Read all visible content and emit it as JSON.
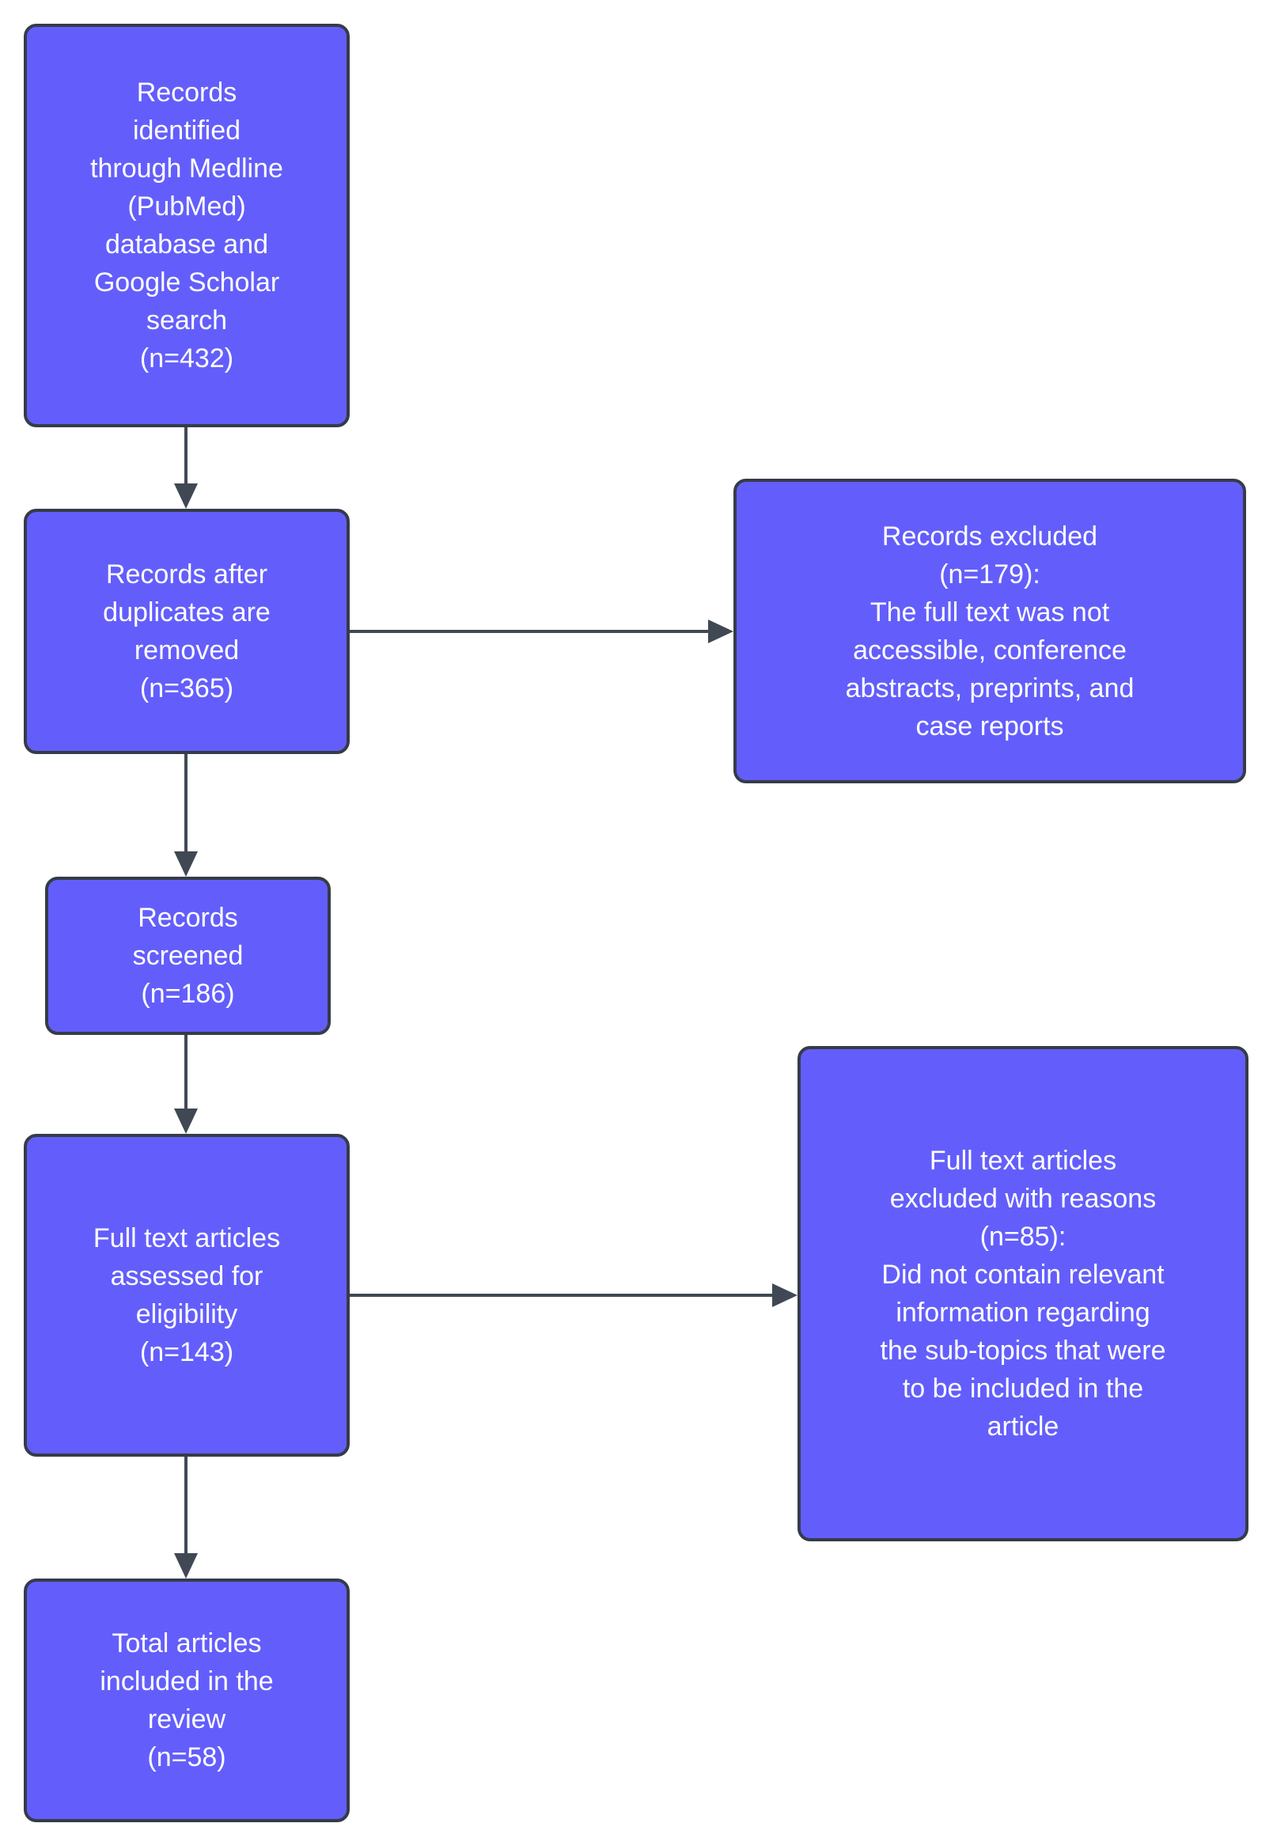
{
  "diagram": {
    "title": "PRISMA literature review flow diagram",
    "colors": {
      "bg": "#ffffff",
      "fill": "#635efb",
      "border": "#353c47",
      "arrow": "#404854",
      "text": "#ffffff"
    },
    "nodes": [
      {
        "id": "records-identified",
        "count": 432,
        "lines": [
          "Records",
          "identified",
          "through Medline",
          "(PubMed)",
          "database and",
          "Google Scholar",
          "search",
          "(n=432)"
        ]
      },
      {
        "id": "records-after-duplicates",
        "count": 365,
        "lines": [
          "Records after",
          "duplicates are",
          "removed",
          "(n=365)"
        ]
      },
      {
        "id": "records-excluded",
        "count": 179,
        "lines": [
          "Records excluded",
          "(n=179):",
          "The full text was not",
          "accessible, conference",
          "abstracts, preprints, and",
          "case reports"
        ]
      },
      {
        "id": "records-screened",
        "count": 186,
        "lines": [
          "Records",
          "screened",
          "(n=186)"
        ]
      },
      {
        "id": "full-text-assessed",
        "count": 143,
        "lines": [
          "Full text articles",
          "assessed for",
          "eligibility",
          "(n=143)"
        ]
      },
      {
        "id": "full-text-excluded",
        "count": 85,
        "lines": [
          "Full text articles",
          "excluded with reasons",
          "(n=85):",
          "Did not contain relevant",
          "information regarding",
          "the sub-topics that were",
          "to be included in the",
          "article"
        ]
      },
      {
        "id": "total-included",
        "count": 58,
        "lines": [
          "Total articles",
          "included in the",
          "review",
          "(n=58)"
        ]
      }
    ],
    "edges": [
      {
        "from": "records-identified",
        "to": "records-after-duplicates",
        "direction": "down"
      },
      {
        "from": "records-after-duplicates",
        "to": "records-excluded",
        "direction": "right"
      },
      {
        "from": "records-after-duplicates",
        "to": "records-screened",
        "direction": "down"
      },
      {
        "from": "records-screened",
        "to": "full-text-assessed",
        "direction": "down"
      },
      {
        "from": "full-text-assessed",
        "to": "full-text-excluded",
        "direction": "right"
      },
      {
        "from": "full-text-assessed",
        "to": "total-included",
        "direction": "down"
      }
    ]
  }
}
